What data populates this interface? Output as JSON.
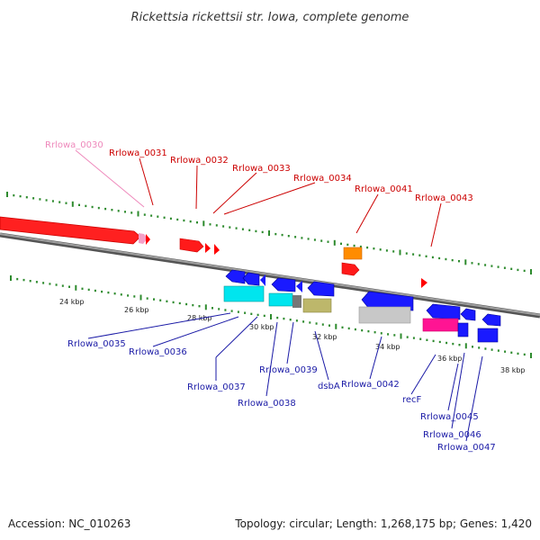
{
  "title": "Rickettsia rickettsii str. Iowa, complete genome",
  "footer": {
    "accession": "Accession: NC_010263",
    "summary": "Topology: circular; Length: 1,268,175 bp; Genes: 1,420"
  },
  "colors": {
    "forward_label": "#cc0000",
    "reverse_label": "#1a1aa6",
    "pseudo_label": "#ee88bb",
    "tick": "#2e8b2e",
    "backbone": "#888888"
  },
  "scale_ticks": [
    "24 kbp",
    "26 kbp",
    "28 kbp",
    "30 kbp",
    "32 kbp",
    "34 kbp",
    "36 kbp",
    "38 kbp"
  ],
  "forward_genes": [
    "Rrlowa_0030",
    "Rrlowa_0031",
    "Rrlowa_0032",
    "Rrlowa_0033",
    "Rrlowa_0034",
    "Rrlowa_0041",
    "Rrlowa_0043"
  ],
  "reverse_genes": [
    "Rrlowa_0035",
    "Rrlowa_0036",
    "Rrlowa_0037",
    "Rrlowa_0038",
    "Rrlowa_0039",
    "dsbA",
    "Rrlowa_0042",
    "recF",
    "Rrlowa_0045",
    "Rrlowa_0046",
    "Rrlowa_0047"
  ]
}
